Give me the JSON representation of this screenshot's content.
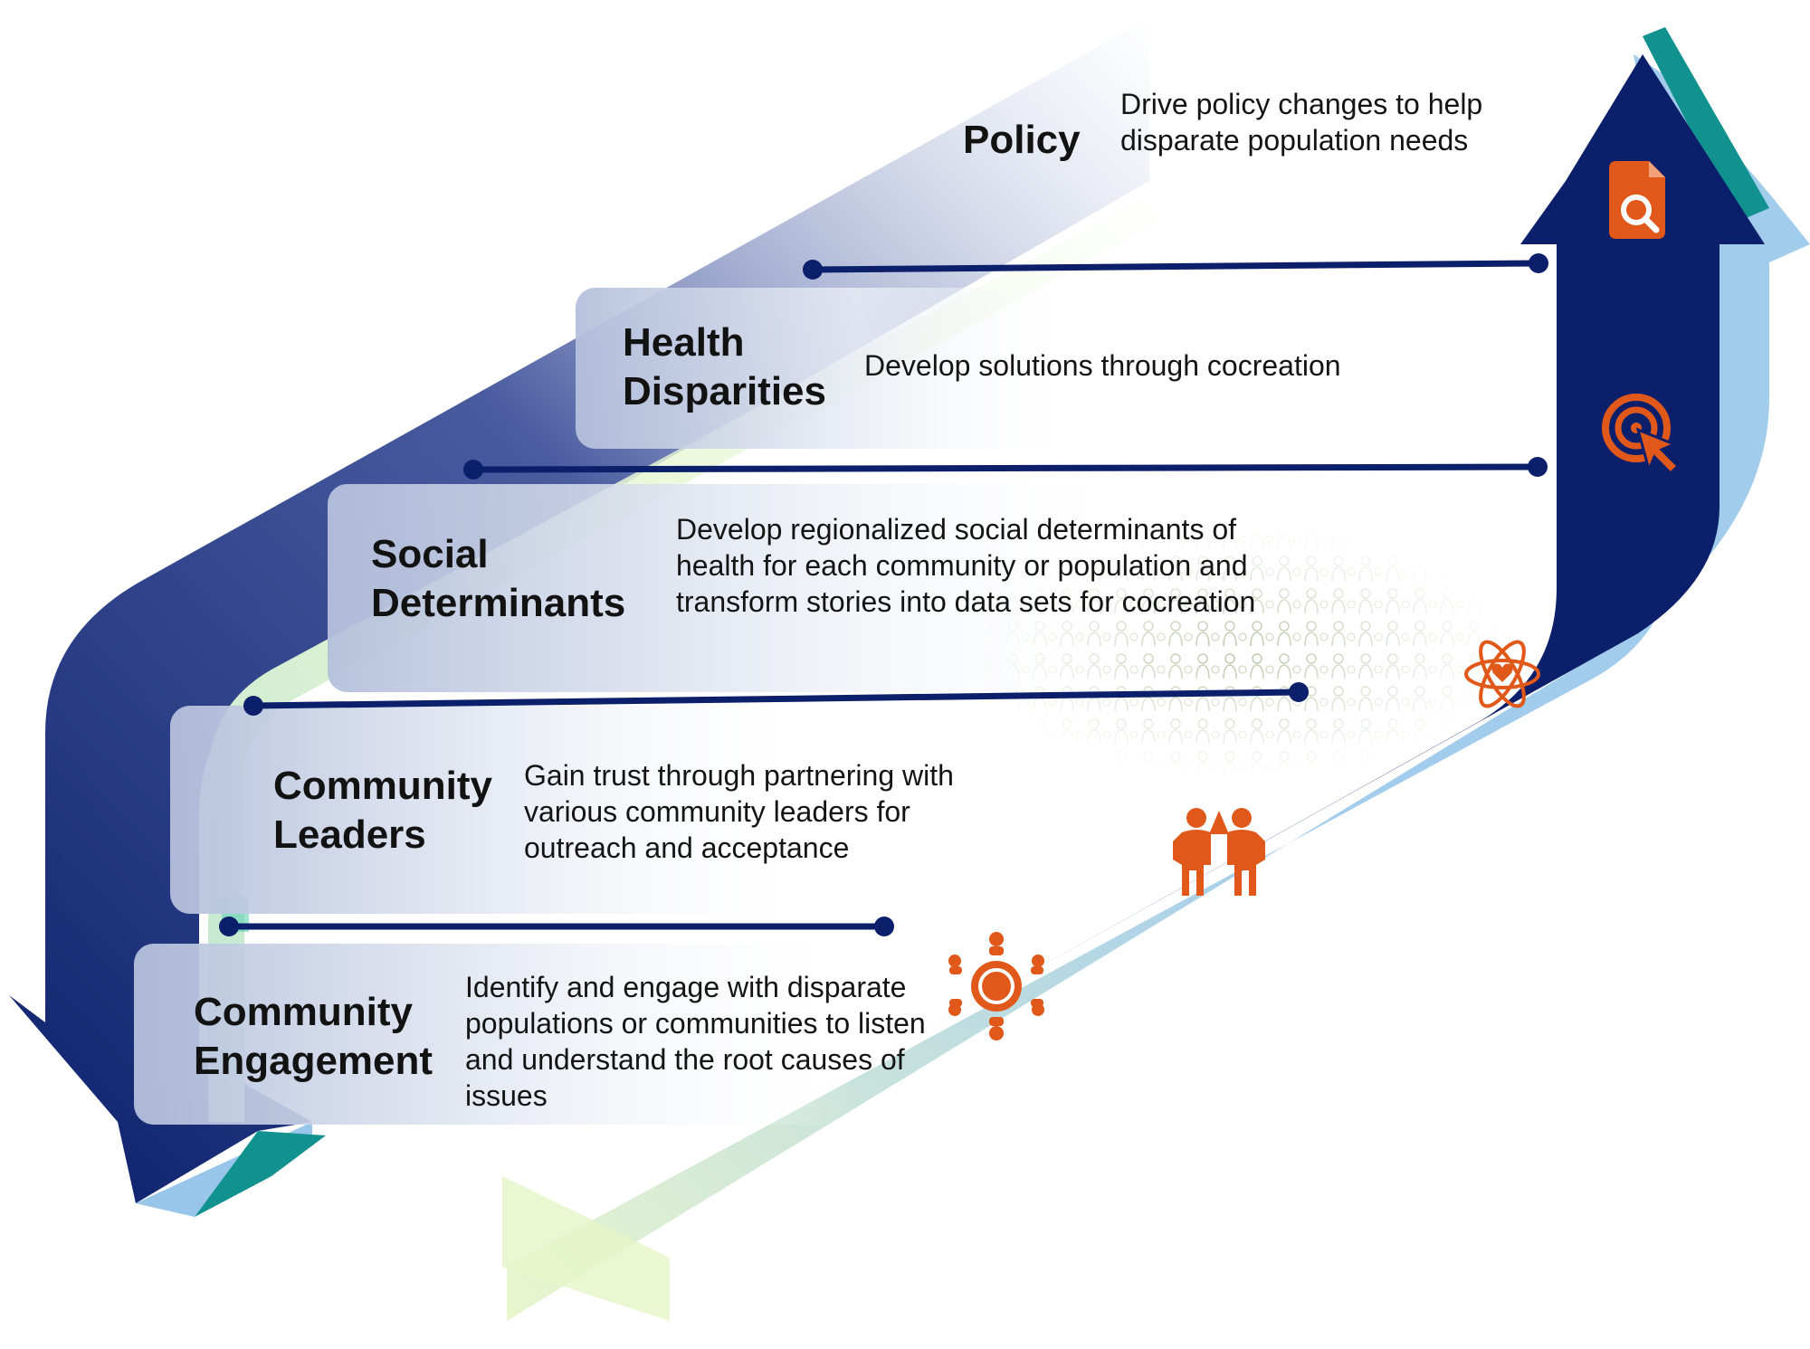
{
  "diagram": {
    "colors": {
      "navy": "#0b1f6b",
      "light_blue": "#98c6ea",
      "teal": "#12928f",
      "lime": "#e6f5c8",
      "icon_orange": "#e0581a",
      "connector": "#0b1f6b",
      "card_fill": "#ced6e8"
    },
    "steps": [
      {
        "title_line1": "Community",
        "title_line2": "Engagement",
        "description": "Identify and engage with disparate populations or communities to listen and understand the root causes of issues",
        "icon": "community-hub-icon"
      },
      {
        "title_line1": "Community",
        "title_line2": "Leaders",
        "description": "Gain trust through partnering with various community leaders for outreach and acceptance",
        "icon": "partners-icon"
      },
      {
        "title_line1": "Social",
        "title_line2": "Determinants",
        "description": "Develop regionalized social determinants of health for each community or population and transform stories into data sets for cocreation",
        "icon": "atom-heart-icon"
      },
      {
        "title_line1": "Health",
        "title_line2": "Disparities",
        "description": "Develop solutions through cocreation",
        "icon": "target-cursor-icon"
      },
      {
        "title_line1": "Policy",
        "title_line2": "",
        "description": "Drive policy changes to help disparate population needs",
        "icon": "document-search-icon"
      }
    ]
  }
}
